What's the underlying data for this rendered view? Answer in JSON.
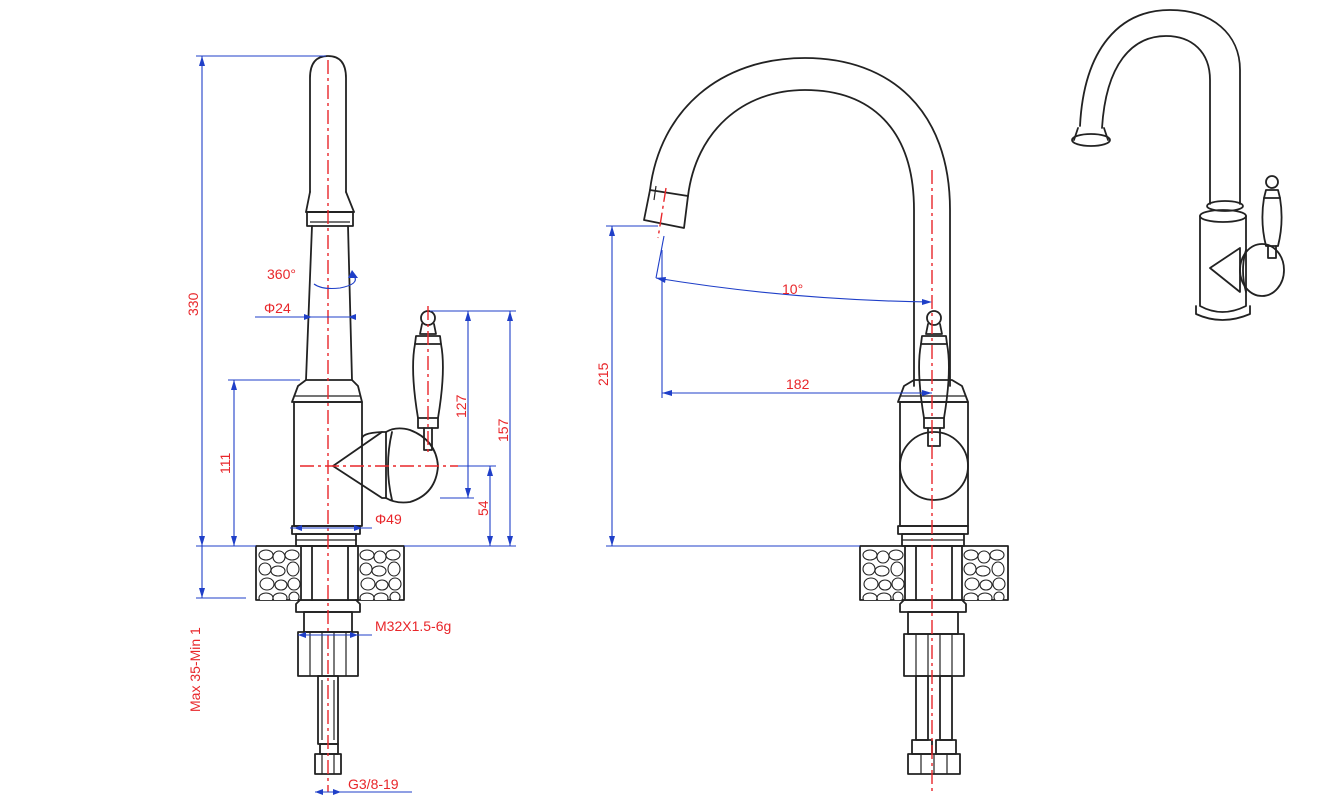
{
  "labels": {
    "height_total": "330",
    "rotation": "360°",
    "diameter_spout": "Φ24",
    "height_body": "111",
    "handle_top": "127",
    "height_handle": "157",
    "handle_axis": "54",
    "diameter_base": "Φ49",
    "deck_thickness": "Max 35-Min 1",
    "thread": "M32X1.5-6g",
    "hose_thread": "G3/8-19",
    "spout_height": "215",
    "spout_angle": "10°",
    "spout_reach": "182"
  },
  "colors": {
    "outline": "#222222",
    "centerline": "#e8262a",
    "dimension": "#1f3fc8",
    "label": "#e8262a"
  }
}
